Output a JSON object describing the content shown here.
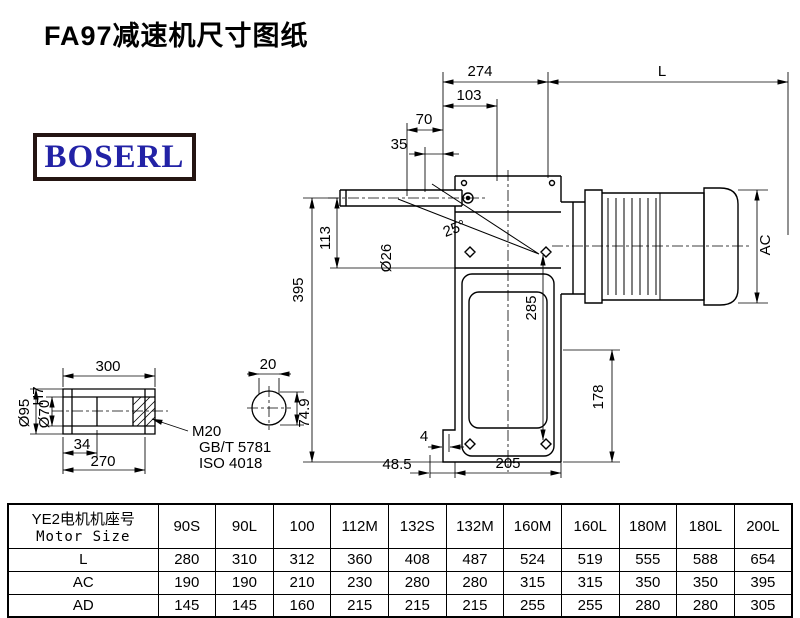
{
  "page": {
    "title": "FA97减速机尺寸图纸",
    "logo": "BOSERL"
  },
  "drawing": {
    "dims": {
      "d274": "274",
      "dL": "L",
      "d103": "103",
      "d70": "70",
      "d35": "35",
      "d25": "25°",
      "d26": "Ø26",
      "d113": "113",
      "d395": "395",
      "d285": "285",
      "dAC": "AC",
      "d178": "178",
      "d4": "4",
      "d48_5": "48.5",
      "d205": "205"
    },
    "shaft": {
      "d300": "300",
      "d95": "Ø95",
      "d70h7_base": "Ø70",
      "d70h7_sup": "H7",
      "d34": "34",
      "d270": "270",
      "m20": "M20",
      "gbt": "GB/T 5781",
      "iso": "ISO 4018",
      "d20": "20",
      "d74_9": "74.9"
    }
  },
  "table": {
    "header_col1_line1": "YE2电机机座号",
    "header_col1_line2": "Motor Size",
    "columns": [
      "90S",
      "90L",
      "100",
      "112M",
      "132S",
      "132M",
      "160M",
      "160L",
      "180M",
      "180L",
      "200L"
    ],
    "rows": [
      {
        "label": "L",
        "values": [
          "280",
          "310",
          "312",
          "360",
          "408",
          "487",
          "524",
          "519",
          "555",
          "588",
          "654"
        ]
      },
      {
        "label": "AC",
        "values": [
          "190",
          "190",
          "210",
          "230",
          "280",
          "280",
          "315",
          "315",
          "350",
          "350",
          "395"
        ]
      },
      {
        "label": "AD",
        "values": [
          "145",
          "145",
          "160",
          "215",
          "215",
          "215",
          "255",
          "255",
          "280",
          "280",
          "305"
        ]
      }
    ]
  }
}
